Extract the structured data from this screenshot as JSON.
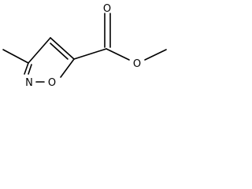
{
  "molecule": {
    "atoms": {
      "carbonyl_oxygen": "O",
      "ester_oxygen": "O",
      "ring_nitrogen": "N",
      "ring_oxygen": "O"
    },
    "colors": {
      "bond": "#000000",
      "label": "#000000"
    }
  }
}
